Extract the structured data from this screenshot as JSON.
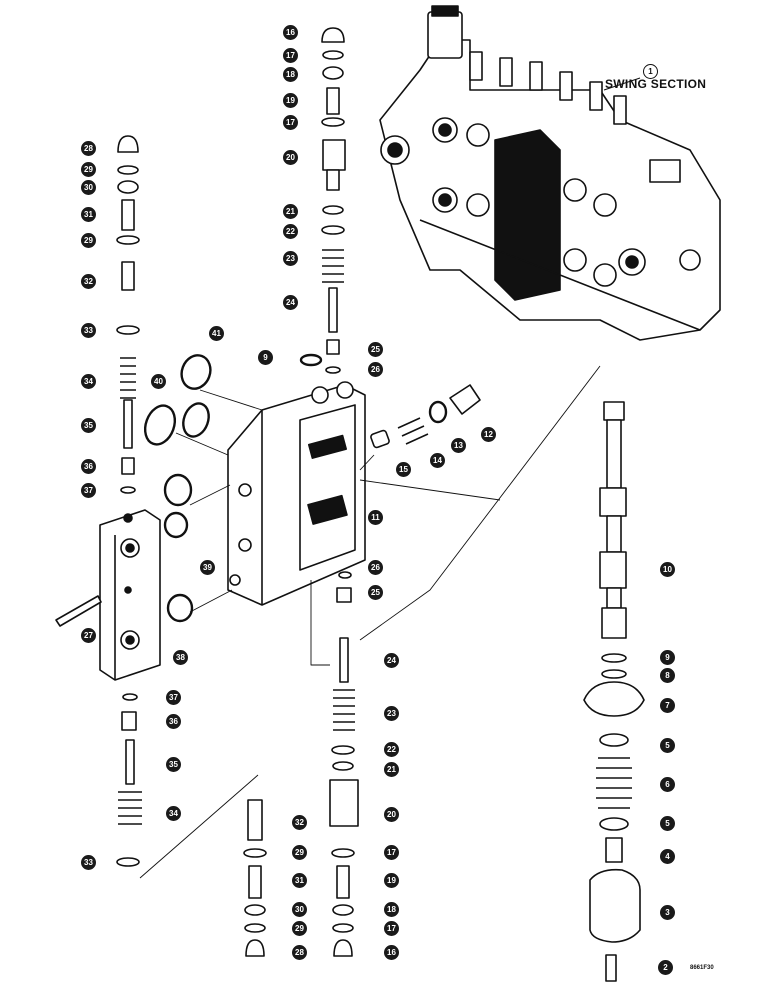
{
  "section_label": "SWING SECTION",
  "figure_ref": "8661F30",
  "callouts": [
    "1",
    "2",
    "3",
    "4",
    "5",
    "6",
    "5",
    "7",
    "8",
    "9",
    "10",
    "11",
    "12",
    "13",
    "14",
    "15",
    "16",
    "17",
    "18",
    "19",
    "17",
    "20",
    "21",
    "22",
    "23",
    "24",
    "25",
    "26",
    "9",
    "41",
    "40",
    "28",
    "29",
    "30",
    "31",
    "29",
    "32",
    "33",
    "34",
    "35",
    "36",
    "37",
    "39",
    "27",
    "38",
    "26",
    "25",
    "24",
    "23",
    "22",
    "21",
    "20",
    "17",
    "19",
    "18",
    "17",
    "16",
    "37",
    "36",
    "35",
    "34",
    "33",
    "32",
    "29",
    "31",
    "30",
    "29",
    "28"
  ]
}
